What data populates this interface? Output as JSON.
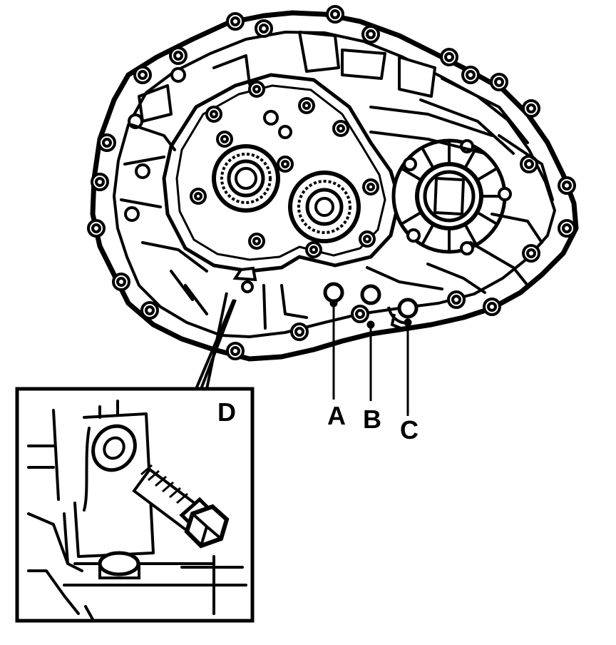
{
  "callouts": {
    "a": "A",
    "b": "B",
    "c": "C",
    "d": "D"
  },
  "colors": {
    "line": "#000000",
    "background": "#ffffff"
  },
  "parts": {
    "housing": "gearbox-housing",
    "plug_a": "drain-plug",
    "plug_b": "plug",
    "plug_c": "plug",
    "detail": "mounting-bolt-detail"
  }
}
